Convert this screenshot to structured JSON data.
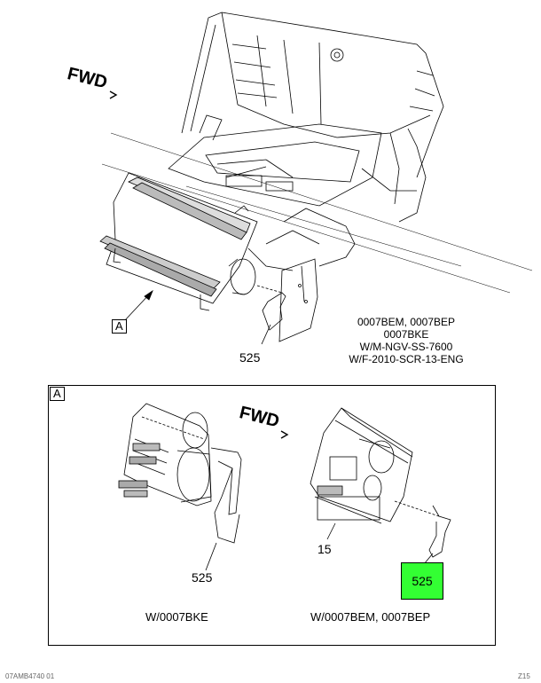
{
  "main_view": {
    "fwd_label": "FWD",
    "detail_ref": "A",
    "part_callout": "525",
    "notes": [
      "0007BEM, 0007BEP",
      "0007BKE",
      "W/M-NGV-SS-7600",
      "W/F-2010-SCR-13-ENG"
    ]
  },
  "detail_view": {
    "label": "A",
    "fwd_label": "FWD",
    "left": {
      "callout": "525",
      "caption": "W/0007BKE"
    },
    "right": {
      "callout_15": "15",
      "callout_525": "525",
      "caption": "W/0007BEM, 0007BEP",
      "highlight_color": "#33ff33"
    }
  },
  "footer": {
    "left": "07AMB4740 01",
    "right": "Z15"
  }
}
